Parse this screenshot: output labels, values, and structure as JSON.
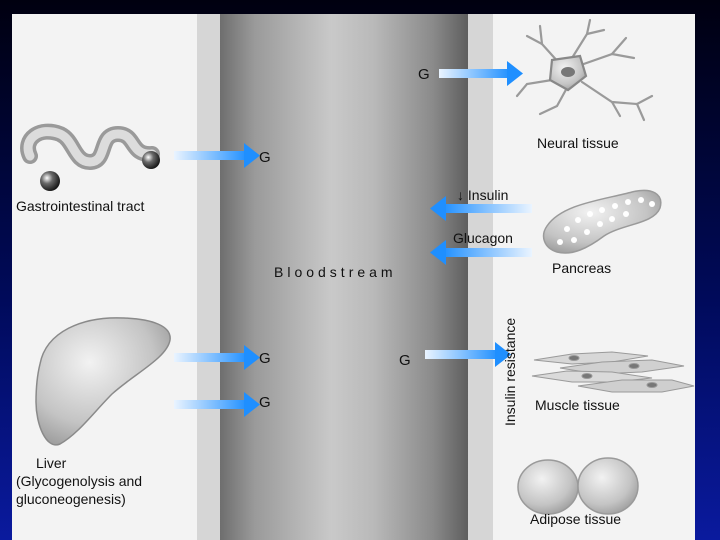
{
  "labels": {
    "bloodstream": "Bloodstream",
    "neural_tissue": "Neural tissue",
    "gastrointestinal_tract": "Gastrointestinal tract",
    "pancreas": "Pancreas",
    "muscle_tissue": "Muscle tissue",
    "adipose_tissue": "Adipose tissue",
    "liver_line1": "Liver",
    "liver_line2": "(Glycogenolysis and",
    "liver_line3": "gluconeogenesis)",
    "insulin_resistance": "Insulin resistance"
  },
  "arrows": {
    "to_neural": "G",
    "from_gi": "G",
    "insulin": "↓ Insulin",
    "glucagon": "Glucagon",
    "liver_1": "G",
    "liver_2": "G",
    "to_muscle": "G"
  },
  "colors": {
    "arrow_start": "#e6f2ff",
    "arrow_end": "#1f8fff",
    "outer_background": "#000a5a",
    "panel": "#f3f3f3"
  }
}
